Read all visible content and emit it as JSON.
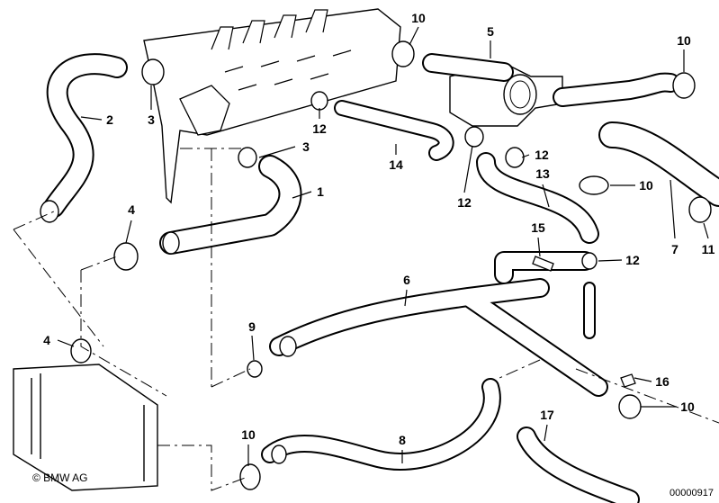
{
  "diagram": {
    "copyright": "© BMW AG",
    "drawing_number": "00000917",
    "callouts": [
      "10",
      "5",
      "10",
      "2",
      "3",
      "12",
      "3",
      "14",
      "12",
      "13",
      "10",
      "12",
      "1",
      "4",
      "7",
      "11",
      "15",
      "12",
      "6",
      "9",
      "4",
      "16",
      "10",
      "8",
      "17",
      "10"
    ]
  }
}
